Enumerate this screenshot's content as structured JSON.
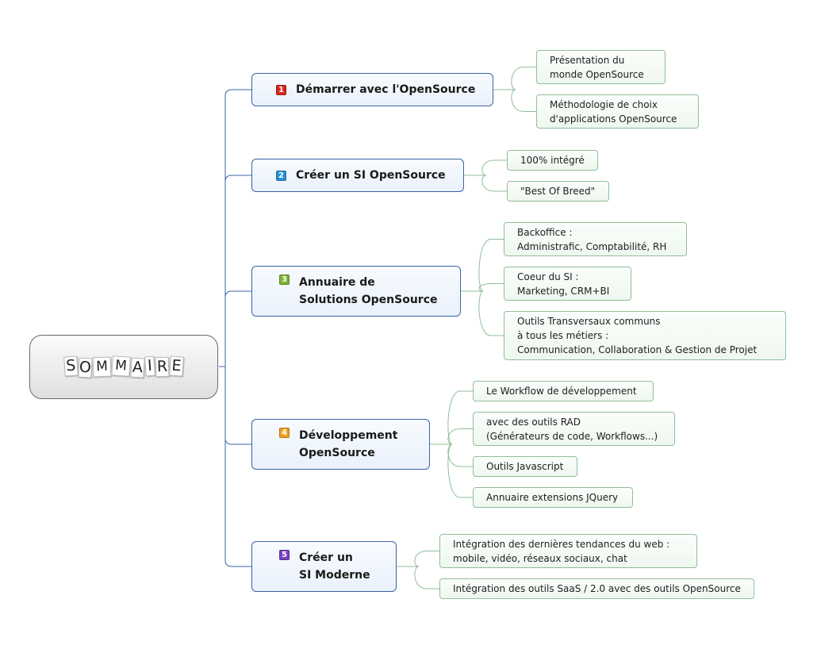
{
  "central": {
    "label": "SOMMAIRE",
    "letters": [
      "S",
      "O",
      "M",
      "M",
      "A",
      "I",
      "R",
      "E"
    ]
  },
  "colors": {
    "branch_border": "#3a64a8",
    "leaf_border": "#8fbf98",
    "badge_1": "#d42a1e",
    "badge_2": "#2a8fd6",
    "badge_3": "#7bb236",
    "badge_4": "#f0a020",
    "badge_5": "#7a3fc0"
  },
  "branches": [
    {
      "number": "1",
      "lines": [
        "Démarrer avec l'OpenSource"
      ],
      "children": [
        {
          "lines": [
            "Présentation du",
            "monde OpenSource"
          ]
        },
        {
          "lines": [
            "Méthodologie de choix",
            "d'applications OpenSource"
          ]
        }
      ]
    },
    {
      "number": "2",
      "lines": [
        "Créer un SI OpenSource"
      ],
      "children": [
        {
          "lines": [
            "100% intégré"
          ]
        },
        {
          "lines": [
            "\"Best Of Breed\""
          ]
        }
      ]
    },
    {
      "number": "3",
      "lines": [
        "Annuaire de",
        "Solutions OpenSource"
      ],
      "children": [
        {
          "lines": [
            "Backoffice :",
            "Administrafic, Comptabilité, RH"
          ]
        },
        {
          "lines": [
            "Coeur du SI :",
            "Marketing, CRM+BI"
          ]
        },
        {
          "lines": [
            "Outils Transversaux communs",
            "à tous les métiers :",
            "Communication, Collaboration & Gestion de Projet"
          ]
        }
      ]
    },
    {
      "number": "4",
      "lines": [
        "Développement",
        "OpenSource"
      ],
      "children": [
        {
          "lines": [
            "Le Workflow de développement"
          ]
        },
        {
          "lines": [
            "avec des outils RAD",
            "(Générateurs de code, Workflows...)"
          ]
        },
        {
          "lines": [
            "Outils Javascript"
          ]
        },
        {
          "lines": [
            "Annuaire extensions JQuery"
          ]
        }
      ]
    },
    {
      "number": "5",
      "lines": [
        "Créer un",
        "SI Moderne"
      ],
      "children": [
        {
          "lines": [
            "Intégration des dernières tendances du web :",
            "mobile, vidéo, réseaux sociaux, chat"
          ]
        },
        {
          "lines": [
            "Intégration des outils SaaS / 2.0 avec des outils OpenSource"
          ]
        }
      ]
    }
  ]
}
